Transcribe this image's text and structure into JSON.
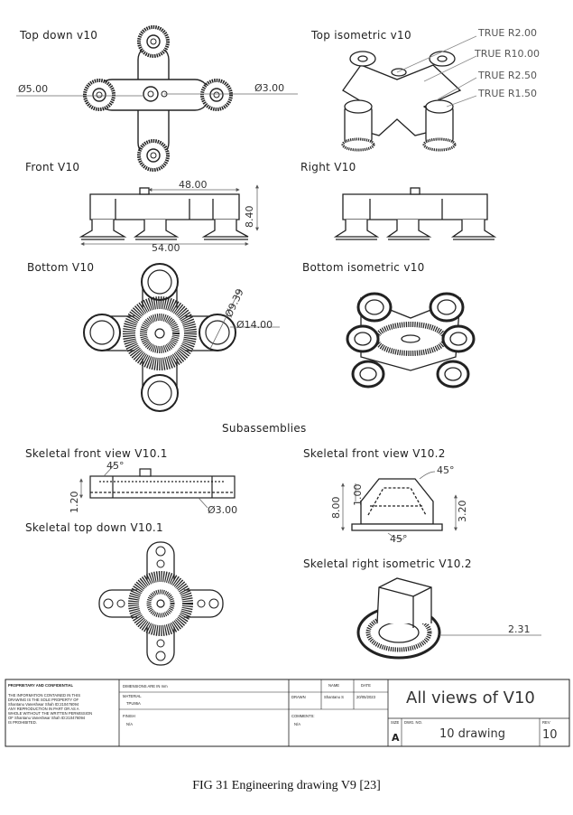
{
  "views": {
    "top_down": "Top down v10",
    "top_iso": "Top isometric v10",
    "front": "Front V10",
    "right": "Right V10",
    "bottom": "Bottom V10",
    "bottom_iso": "Bottom isometric v10",
    "subassemblies": "Subassemblies",
    "skel_front_1": "Skeletal front view V10.1",
    "skel_front_2": "Skeletal front view V10.2",
    "skel_top_1": "Skeletal top down V10.1",
    "skel_right_iso_2": "Skeletal right isometric V10.2"
  },
  "dimensions": {
    "d5": "Ø5.00",
    "d3": "Ø3.00",
    "true_r2": "TRUE R2.00",
    "true_r10": "TRUE R10.00",
    "true_r25": "TRUE R2.50",
    "true_r15": "TRUE R1.50",
    "w48": "48.00",
    "h840": "8.40",
    "w54": "54.00",
    "d939": "Ø9.39",
    "d14": "Ø14.00",
    "a45_1": "45°",
    "h120": "1.20",
    "d3b": "Ø3.00",
    "a45_2": "45°",
    "a45_3": "45°",
    "h800": "8.00",
    "h100": "1.00",
    "h320": "3.20",
    "d231": "2.31"
  },
  "title_block": {
    "proprietary_title": "PROPRIETARY AND CONFIDENTIAL",
    "proprietary_text": [
      "THE INFORMATION CONTAINED IN THIS",
      "DRAWING IS THE SOLE PROPERTY OF",
      "Shantanu Vaneshwar Shah ID:210476094",
      "ANY REPRODUCTION IN PART OR AS A",
      "WHOLE WITHOUT THE WRITTEN PERMISSION",
      "OF Shantanu Vaneshwar Shah ID:210476094",
      "IS PROHIBITED."
    ],
    "dims_unless": "DIMENSIONS ARE IN mm",
    "material_label": "MATERIAL",
    "material_value": "TPU95A",
    "finish_label": "FINISH",
    "finish_value": "N/A",
    "drawn_label": "DRAWN",
    "name_label": "NAME",
    "name_value": "Shantanu S",
    "date_label": "DATE",
    "date_value": "20/05/2023",
    "comments_label": "COMMENTS:",
    "comments_value": "N/A",
    "title": "All views of V10",
    "size_label": "SIZE",
    "size_value": "A",
    "dwg_label": "DWG. NO.",
    "dwg_value": "10 drawing",
    "rev_label": "REV",
    "rev_value": "10"
  },
  "caption": "FIG 31 Engineering drawing V9 [23]"
}
